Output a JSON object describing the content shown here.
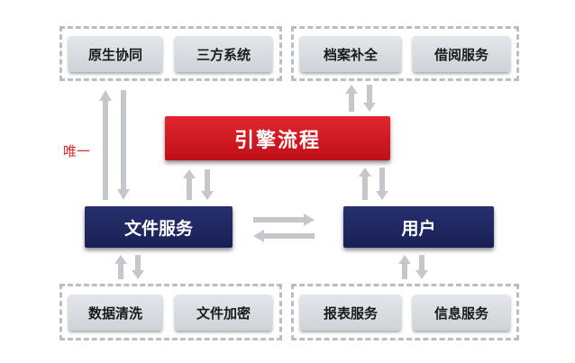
{
  "top_left_group": {
    "items": [
      "原生协同",
      "三方系统"
    ]
  },
  "top_right_group": {
    "items": [
      "档案补全",
      "借阅服务"
    ]
  },
  "bottom_left_group": {
    "items": [
      "数据清洗",
      "文件加密"
    ]
  },
  "bottom_right_group": {
    "items": [
      "报表服务",
      "信息服务"
    ]
  },
  "engine": {
    "label": "引擎流程"
  },
  "file_service": {
    "label": "文件服务"
  },
  "user": {
    "label": "用户"
  },
  "unique_label": "唯一",
  "colors": {
    "engine_red": "#d71920",
    "navy": "#1f2660",
    "chip_gray": "#d8dbdf",
    "dash_gray": "#b9bec4",
    "arrow_gray": "#c4c7cb",
    "label_red": "#e0252b"
  }
}
